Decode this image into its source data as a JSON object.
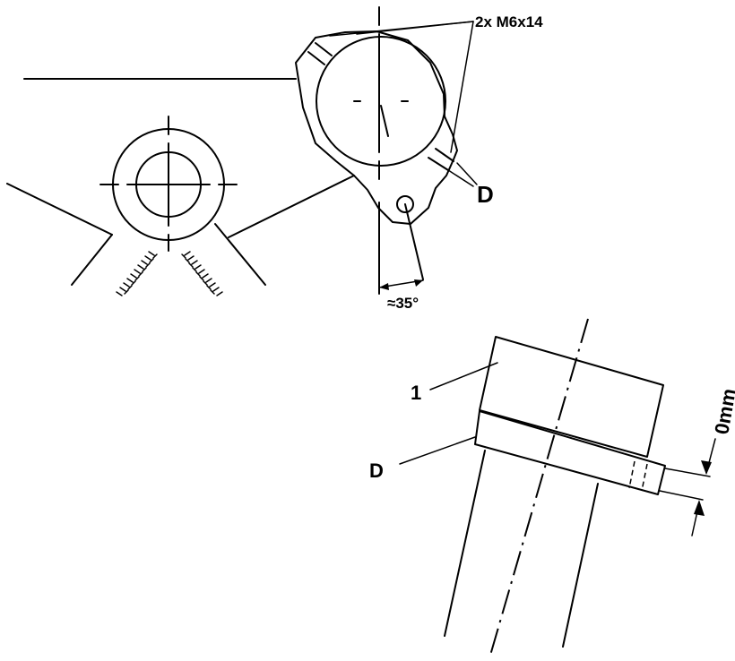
{
  "labels": {
    "bolts": "2x M6x14",
    "detail_d_top": "D",
    "angle": "≈35°",
    "part_1": "1",
    "detail_d_bottom": "D",
    "gap": "0mm"
  },
  "colors": {
    "line": "#000000",
    "background": "#ffffff"
  }
}
